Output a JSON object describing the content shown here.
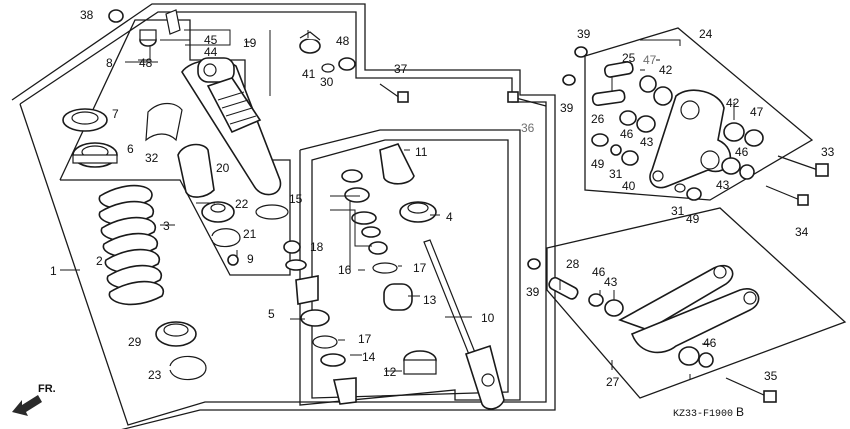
{
  "diagram": {
    "drawing_code": "KZ33-F1900",
    "drawing_code_suffix": "B",
    "direction_label": "FR.",
    "callouts": [
      {
        "id": "c1",
        "text": "1"
      },
      {
        "id": "c2",
        "text": "2"
      },
      {
        "id": "c3",
        "text": "3"
      },
      {
        "id": "c4",
        "text": "4"
      },
      {
        "id": "c5",
        "text": "5"
      },
      {
        "id": "c6",
        "text": "6"
      },
      {
        "id": "c7",
        "text": "7"
      },
      {
        "id": "c8",
        "text": "8"
      },
      {
        "id": "c9",
        "text": "9"
      },
      {
        "id": "c10",
        "text": "10"
      },
      {
        "id": "c11",
        "text": "11"
      },
      {
        "id": "c12",
        "text": "12"
      },
      {
        "id": "c13",
        "text": "13"
      },
      {
        "id": "c14",
        "text": "14"
      },
      {
        "id": "c15",
        "text": "15"
      },
      {
        "id": "c16",
        "text": "16"
      },
      {
        "id": "c17a",
        "text": "17"
      },
      {
        "id": "c17b",
        "text": "17"
      },
      {
        "id": "c18",
        "text": "18"
      },
      {
        "id": "c19",
        "text": "19"
      },
      {
        "id": "c20",
        "text": "20"
      },
      {
        "id": "c21",
        "text": "21"
      },
      {
        "id": "c22",
        "text": "22"
      },
      {
        "id": "c23",
        "text": "23"
      },
      {
        "id": "c24",
        "text": "24"
      },
      {
        "id": "c25",
        "text": "25"
      },
      {
        "id": "c26",
        "text": "26"
      },
      {
        "id": "c27",
        "text": "27"
      },
      {
        "id": "c28",
        "text": "28"
      },
      {
        "id": "c29",
        "text": "29"
      },
      {
        "id": "c30",
        "text": "30"
      },
      {
        "id": "c31a",
        "text": "31"
      },
      {
        "id": "c31b",
        "text": "31"
      },
      {
        "id": "c32",
        "text": "32"
      },
      {
        "id": "c33",
        "text": "33"
      },
      {
        "id": "c34",
        "text": "34"
      },
      {
        "id": "c35",
        "text": "35"
      },
      {
        "id": "c36",
        "text": "36"
      },
      {
        "id": "c37",
        "text": "37"
      },
      {
        "id": "c38",
        "text": "38"
      },
      {
        "id": "c39a",
        "text": "39"
      },
      {
        "id": "c39b",
        "text": "39"
      },
      {
        "id": "c39c",
        "text": "39"
      },
      {
        "id": "c40",
        "text": "40"
      },
      {
        "id": "c41",
        "text": "41"
      },
      {
        "id": "c42a",
        "text": "42"
      },
      {
        "id": "c42b",
        "text": "42"
      },
      {
        "id": "c43a",
        "text": "43"
      },
      {
        "id": "c43b",
        "text": "43"
      },
      {
        "id": "c43c",
        "text": "43"
      },
      {
        "id": "c44",
        "text": "44"
      },
      {
        "id": "c45",
        "text": "45"
      },
      {
        "id": "c46a",
        "text": "46"
      },
      {
        "id": "c46b",
        "text": "46"
      },
      {
        "id": "c46c",
        "text": "46"
      },
      {
        "id": "c46d",
        "text": "46"
      },
      {
        "id": "c47a",
        "text": "47"
      },
      {
        "id": "c47b",
        "text": "47"
      },
      {
        "id": "c48a",
        "text": "48"
      },
      {
        "id": "c48b",
        "text": "48"
      },
      {
        "id": "c49a",
        "text": "49"
      },
      {
        "id": "c49b",
        "text": "49"
      }
    ]
  }
}
